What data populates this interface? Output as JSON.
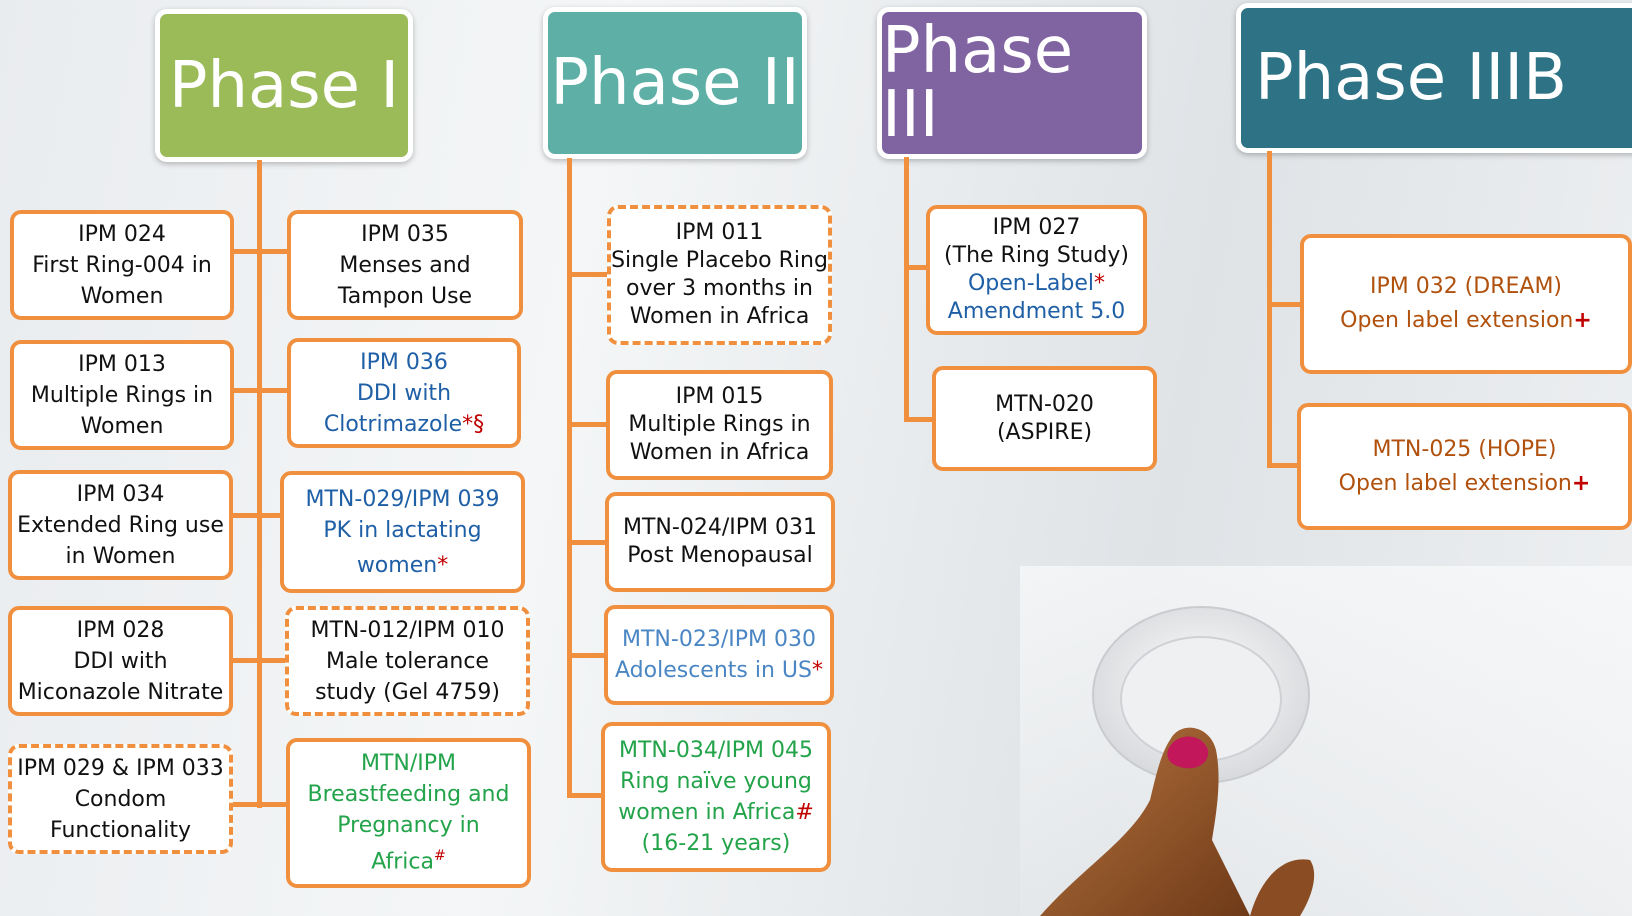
{
  "phases": [
    {
      "label": "Phase I",
      "color": "#9bbb59"
    },
    {
      "label": "Phase II",
      "color": "#5eb0a6"
    },
    {
      "label": "Phase III",
      "color": "#8064a2"
    },
    {
      "label": "Phase IIIB",
      "color": "#2e7385"
    }
  ],
  "marks": {
    "star": "*",
    "section": "§",
    "hash": "#",
    "plus": "+"
  },
  "phase1": {
    "b1": [
      "IPM 024",
      "First Ring-004 in",
      "Women"
    ],
    "b2": [
      "IPM 035",
      "Menses and",
      "Tampon Use"
    ],
    "b3": [
      "IPM 013",
      "Multiple Rings  in",
      "Women"
    ],
    "b4": [
      "IPM 036",
      "DDI with",
      "Clotrimazole"
    ],
    "b5": [
      "IPM 034",
      "Extended Ring use",
      "in Women"
    ],
    "b6": [
      "MTN-029/IPM 039",
      "PK in lactating",
      "women"
    ],
    "b7": [
      "IPM 028",
      "DDI with",
      "Miconazole Nitrate"
    ],
    "b8": [
      "MTN-012/IPM 010",
      "Male tolerance",
      "study (Gel 4759)"
    ],
    "b9": [
      "IPM 029 & IPM 033",
      "Condom",
      "Functionality"
    ],
    "b10": [
      "MTN/IPM",
      "Breastfeeding and",
      "Pregnancy in",
      "Africa"
    ]
  },
  "phase2": {
    "b1": [
      "IPM 011",
      "Single Placebo Ring",
      "over 3 months in",
      "Women in Africa"
    ],
    "b2": [
      "IPM 015",
      "Multiple Rings in",
      "Women in Africa"
    ],
    "b3": [
      "MTN-024/IPM 031",
      "Post Menopausal"
    ],
    "b4": [
      "MTN-023/IPM 030",
      "Adolescents in US"
    ],
    "b5": [
      "MTN-034/IPM 045",
      "Ring naïve young",
      "women in Africa",
      "(16-21 years)"
    ]
  },
  "phase3": {
    "b1": [
      "IPM 027",
      "(The Ring Study)",
      "Open-Label",
      "Amendment 5.0"
    ],
    "b2": [
      "MTN-020",
      "(ASPIRE)"
    ]
  },
  "phase3b": {
    "b1": [
      "IPM 032 (DREAM)",
      "Open label extension"
    ],
    "b2": [
      "MTN-025 (HOPE)",
      "Open label extension"
    ]
  }
}
